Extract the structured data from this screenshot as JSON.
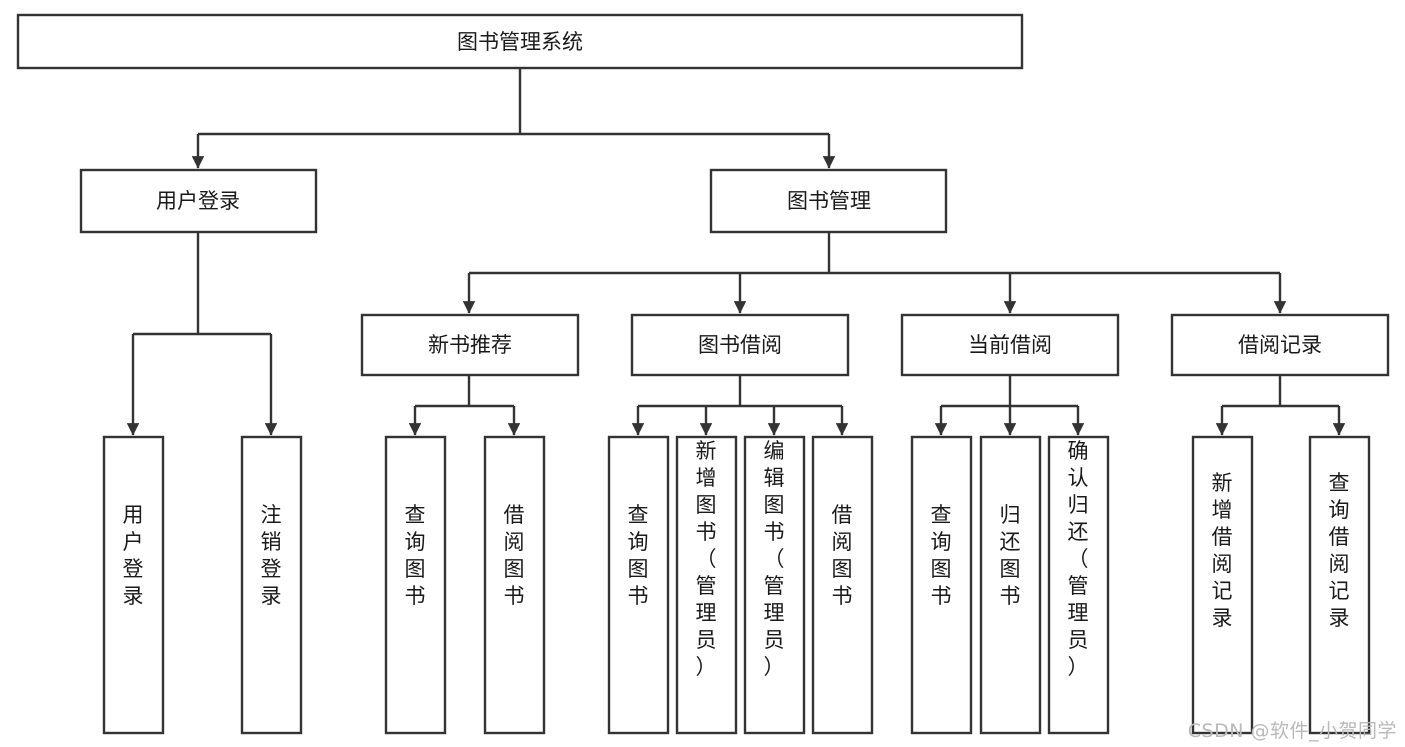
{
  "diagram": {
    "type": "tree",
    "title": "图书管理系统",
    "watermark": "CSDN @软件_小贺同学",
    "colors": {
      "stroke": "#333333",
      "fill": "#ffffff",
      "text": "#1a1a1a",
      "watermark": "#b9b9b9",
      "background": "#ffffff"
    },
    "nodes": {
      "root": {
        "label": "图书管理系统"
      },
      "level1": [
        {
          "id": "user-login",
          "label": "用户登录"
        },
        {
          "id": "book-management",
          "label": "图书管理"
        }
      ],
      "level2": [
        {
          "id": "new-book-recommend",
          "label": "新书推荐",
          "parent": "book-management"
        },
        {
          "id": "book-borrow",
          "label": "图书借阅",
          "parent": "book-management"
        },
        {
          "id": "current-borrow",
          "label": "当前借阅",
          "parent": "book-management"
        },
        {
          "id": "borrow-record",
          "label": "借阅记录",
          "parent": "book-management"
        }
      ],
      "leaves": [
        {
          "id": "leaf-user-login",
          "label": "用户登录",
          "parent": "user-login"
        },
        {
          "id": "leaf-logout-login",
          "label": "注销登录",
          "parent": "user-login"
        },
        {
          "id": "leaf-query-book-1",
          "label": "查询图书",
          "parent": "new-book-recommend"
        },
        {
          "id": "leaf-borrow-book-1",
          "label": "借阅图书",
          "parent": "new-book-recommend"
        },
        {
          "id": "leaf-query-book-2",
          "label": "查询图书",
          "parent": "book-borrow"
        },
        {
          "id": "leaf-add-book",
          "label": "新增图书（管理员）",
          "parent": "book-borrow"
        },
        {
          "id": "leaf-edit-book",
          "label": "编辑图书（管理员）",
          "parent": "book-borrow"
        },
        {
          "id": "leaf-borrow-book-2",
          "label": "借阅图书",
          "parent": "book-borrow"
        },
        {
          "id": "leaf-query-book-3",
          "label": "查询图书",
          "parent": "current-borrow"
        },
        {
          "id": "leaf-return-book",
          "label": "归还图书",
          "parent": "current-borrow"
        },
        {
          "id": "leaf-confirm-return",
          "label": "确认归还（管理员）",
          "parent": "current-borrow"
        },
        {
          "id": "leaf-add-record",
          "label": "新增借阅记录",
          "parent": "borrow-record"
        },
        {
          "id": "leaf-query-record",
          "label": "查询借阅记录",
          "parent": "borrow-record"
        }
      ]
    }
  }
}
